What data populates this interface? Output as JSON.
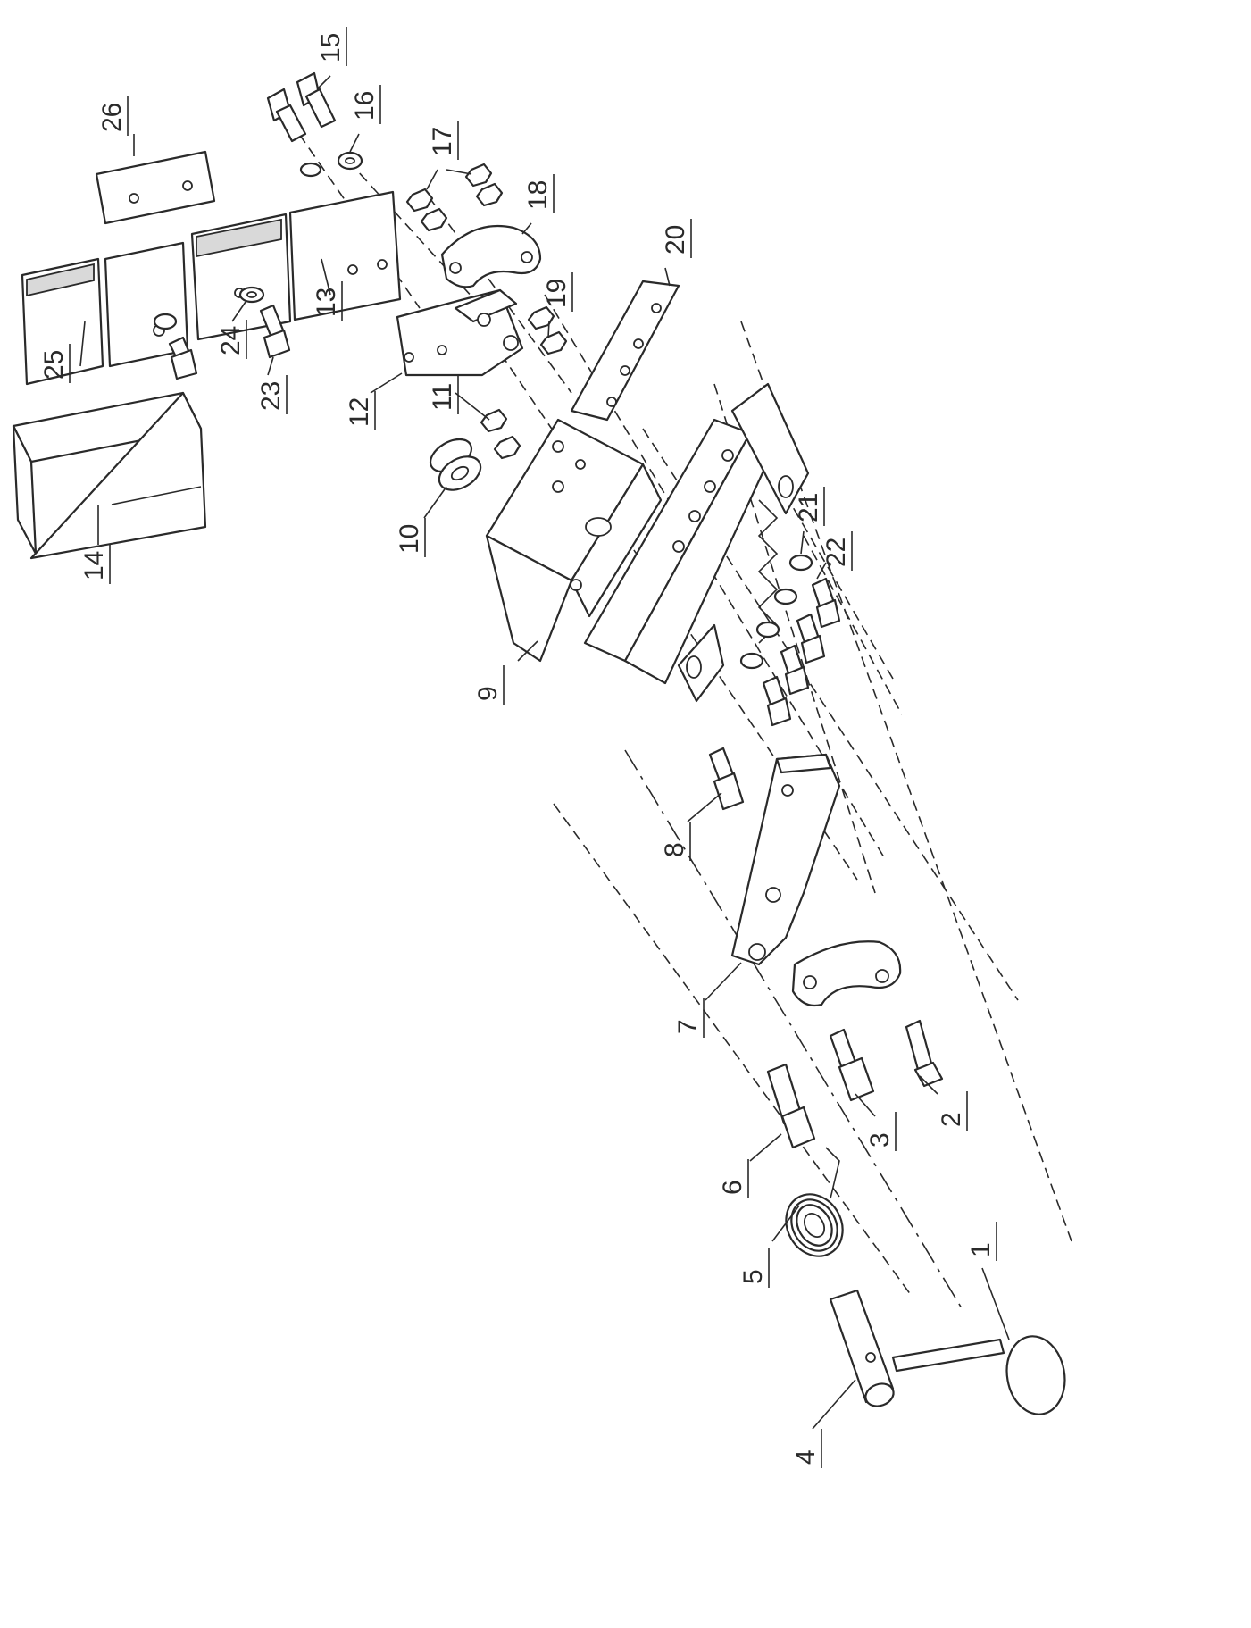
{
  "diagram": {
    "part_labels": [
      "1",
      "2",
      "3",
      "4",
      "5",
      "6",
      "7",
      "8",
      "9",
      "10",
      "11",
      "12",
      "13",
      "14",
      "15",
      "16",
      "17",
      "18",
      "19",
      "20",
      "21",
      "22",
      "23",
      "24",
      "25",
      "26"
    ]
  }
}
